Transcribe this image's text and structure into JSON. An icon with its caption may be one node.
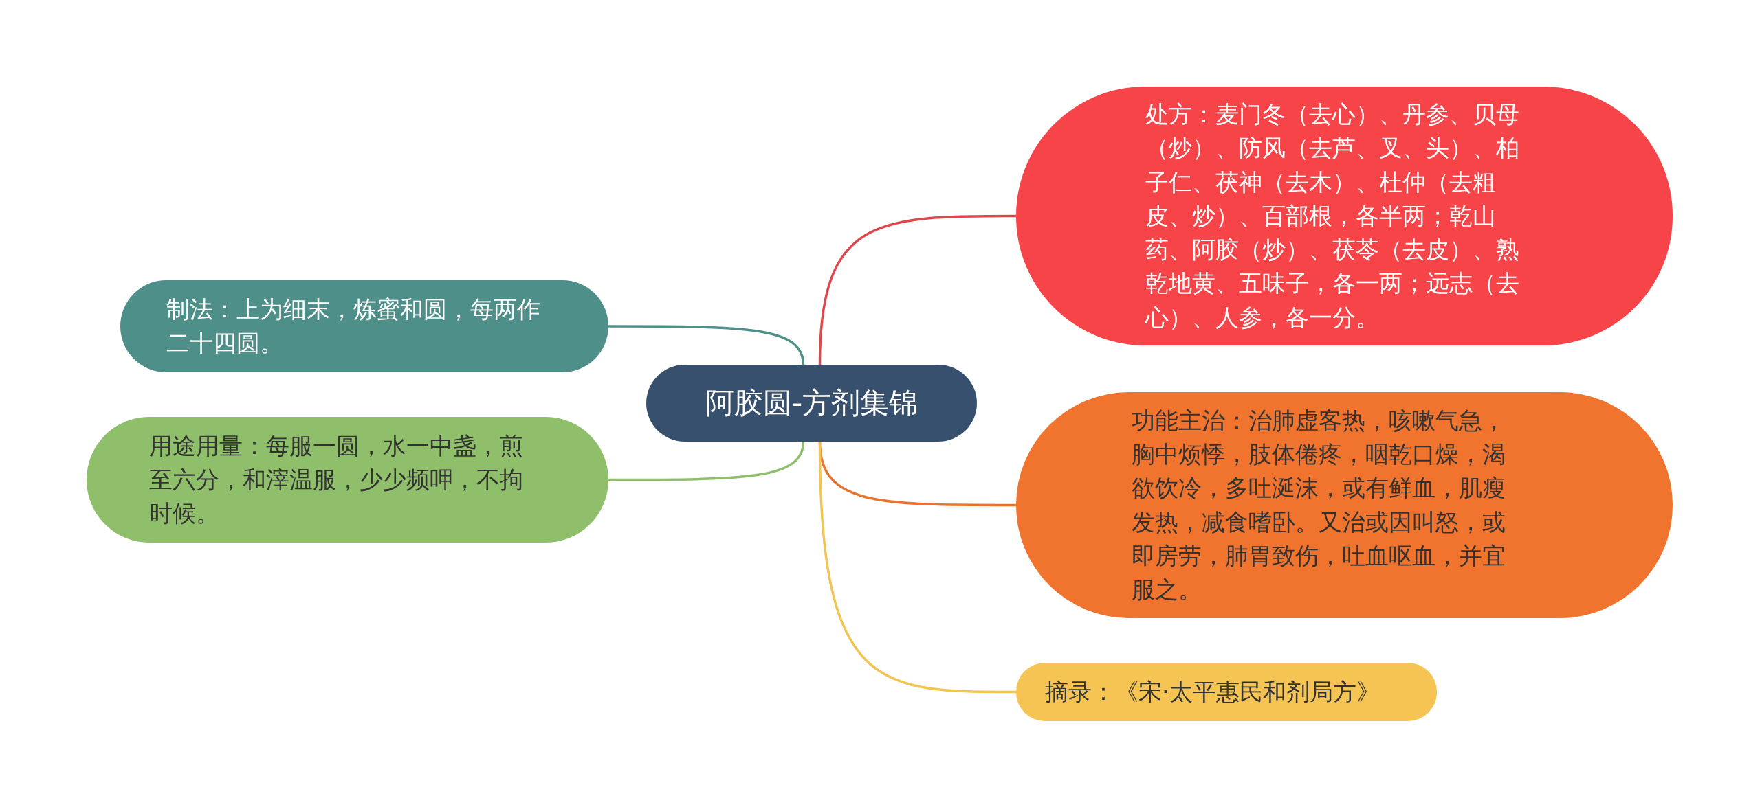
{
  "diagram": {
    "nodes": [
      {
        "text": [
          "阿胶圆-方剂集锦"
        ]
      },
      {
        "text": [
          "处方：麦门冬（去心）、丹参、贝母（炒）、防风（去芦、叉、头）、柏子仁、茯神（去木）、杜仲（去粗皮、炒）、百部根，各半两；乾山药、阿胶（炒）、茯苓（去皮）、熟乾地黄、五味子，各一两；远志（去心）、人参，各一分。"
        ]
      },
      {
        "text": [
          "功能主治：治肺虚客热，咳嗽气急，胸中烦悸，肢体倦疼，咽乾口燥，渴欲饮冷，多吐涎沫，或有鲜血，肌瘦发热，减食嗜卧。又治或因叫怒，或即房劳，肺胃致伤，吐血呕血，并宜服之。"
        ]
      },
      {
        "text": [
          "摘录：《宋·太平惠民和剂局方》"
        ]
      },
      {
        "text": [
          "制法：上为细末，炼蜜和圆，每两作二十四圆。"
        ]
      },
      {
        "text": [
          "用途用量：每服一圆，水一中盏，煎至六分，和滓温服，少少频呷，不拘时候。"
        ]
      }
    ],
    "edges": [
      {
        "from": 0,
        "to": 1,
        "arrow": "none",
        "color": "#e0474c"
      },
      {
        "from": 0,
        "to": 2,
        "arrow": "none",
        "color": "#e8742f"
      },
      {
        "from": 0,
        "to": 3,
        "arrow": "none",
        "color": "#f2c452"
      },
      {
        "from": 0,
        "to": 4,
        "arrow": "none",
        "color": "#4e8f8a"
      },
      {
        "from": 0,
        "to": 5,
        "arrow": "none",
        "color": "#8fbf6a"
      }
    ]
  }
}
